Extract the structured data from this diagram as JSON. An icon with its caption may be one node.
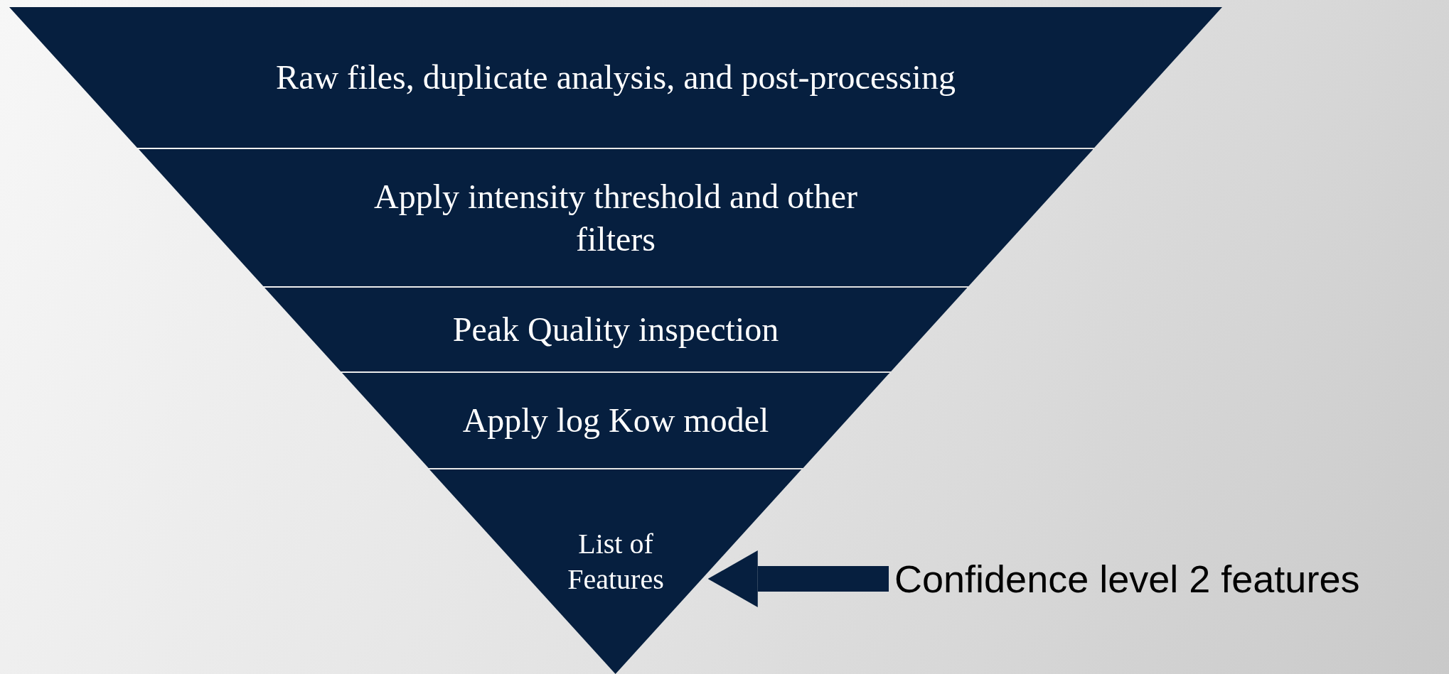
{
  "diagram": {
    "nodes": [
      {
        "text": [
          "Raw files, duplicate analysis, and post-processing"
        ]
      },
      {
        "text": [
          "Apply intensity threshold and other filters"
        ]
      },
      {
        "text": [
          "Peak Quality inspection"
        ]
      },
      {
        "text": [
          "Apply log Kow model"
        ]
      },
      {
        "text": [
          "List of Features"
        ]
      },
      {
        "text": [
          "Confidence level 2 features"
        ]
      }
    ],
    "edges": [
      {
        "from": 5,
        "to": 4,
        "arrow": "to"
      }
    ]
  }
}
